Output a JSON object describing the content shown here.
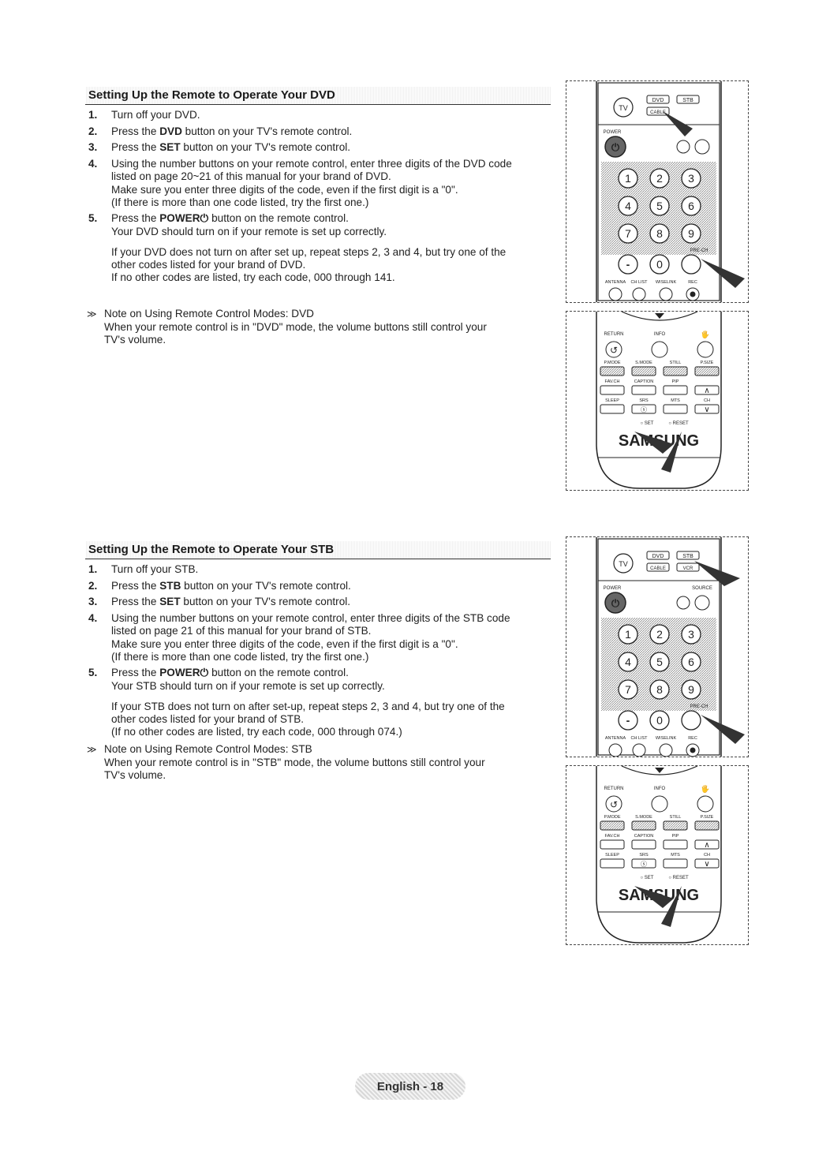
{
  "dvd": {
    "title": "Setting Up the Remote to Operate Your DVD",
    "steps": [
      {
        "num": "1.",
        "parts": [
          "Turn off your DVD."
        ]
      },
      {
        "num": "2.",
        "pre": "Press the ",
        "bold": "DVD",
        "post": " button on your TV's remote control."
      },
      {
        "num": "3.",
        "pre": "Press the ",
        "bold": "SET",
        "post": " button on your TV's remote control."
      },
      {
        "num": "4.",
        "parts": [
          "Using the number buttons on your remote control, enter three digits of the DVD code",
          "listed on page 20~21 of this manual for your brand of DVD.",
          "Make sure you enter three digits of the code, even if the first digit is a \"0\".",
          "(If there is more than one code listed, try the first one.)"
        ]
      },
      {
        "num": "5.",
        "pre": "Press the ",
        "bold": "POWER⏻",
        "post": " button on the remote control.",
        "more": [
          "Your DVD should turn on if your remote is set up correctly."
        ],
        "para": [
          "If your DVD does not turn on after set up, repeat steps 2, 3 and 4, but try one of the",
          "other codes listed for your brand of DVD.",
          "If no other codes are listed, try each code, 000 through 141."
        ]
      }
    ],
    "note_title": "Note on Using Remote Control Modes: DVD",
    "note_lines": [
      "When your remote control is in \"DVD\" mode, the volume buttons still control your",
      "TV's volume."
    ]
  },
  "stb": {
    "title": "Setting Up the Remote to Operate Your STB",
    "steps": [
      {
        "num": "1.",
        "parts": [
          "Turn off your STB."
        ]
      },
      {
        "num": "2.",
        "pre": "Press the ",
        "bold": "STB",
        "post": " button on your TV's remote control."
      },
      {
        "num": "3.",
        "pre": "Press the ",
        "bold": "SET",
        "post": " button on your TV's remote control."
      },
      {
        "num": "4.",
        "parts": [
          "Using the number buttons on your remote control, enter three digits of the STB code",
          "listed on page 21 of this manual for your brand of STB.",
          "Make sure you enter three digits of the code, even if the first digit is a \"0\".",
          "(If there is more than one code listed, try the first one.)"
        ]
      },
      {
        "num": "5.",
        "pre": "Press the ",
        "bold": "POWER⏻",
        "post": " button on the remote control.",
        "more": [
          "Your STB should turn on if your remote is set up correctly."
        ],
        "para": [
          "If your STB does not turn on after set-up, repeat steps 2, 3 and 4, but try one of the",
          "other codes listed for your brand of STB.",
          "(If no other codes are listed, try each code, 000 through 074.)"
        ]
      }
    ],
    "note_title": "Note on Using Remote Control Modes: STB",
    "note_lines": [
      "When your remote control is in \"STB\" mode, the volume buttons still control your",
      "TV's volume."
    ]
  },
  "remote": {
    "tv": "TV",
    "dvd": "DVD",
    "stb": "STB",
    "cable": "CABLE",
    "vcr": "VCR",
    "power": "POWER",
    "source": "SOURCE",
    "digits": [
      "1",
      "2",
      "3",
      "4",
      "5",
      "6",
      "7",
      "8",
      "9",
      "-",
      "0"
    ],
    "prech": "PRE-CH",
    "row_labels": [
      "ANTENNA",
      "CH LIST",
      "WISELINK",
      "REC"
    ],
    "return": "RETURN",
    "info": "INFO",
    "mode_row": [
      "P.MODE",
      "S.MODE",
      "STILL",
      "P.SIZE"
    ],
    "fav_row": [
      "FAV.CH",
      "CAPTION",
      "PIP"
    ],
    "sleep_row": [
      "SLEEP",
      "SRS",
      "MTS",
      "CH"
    ],
    "set": "SET",
    "reset": "RESET",
    "brand": "SAMSUNG"
  },
  "footer": "English - 18"
}
